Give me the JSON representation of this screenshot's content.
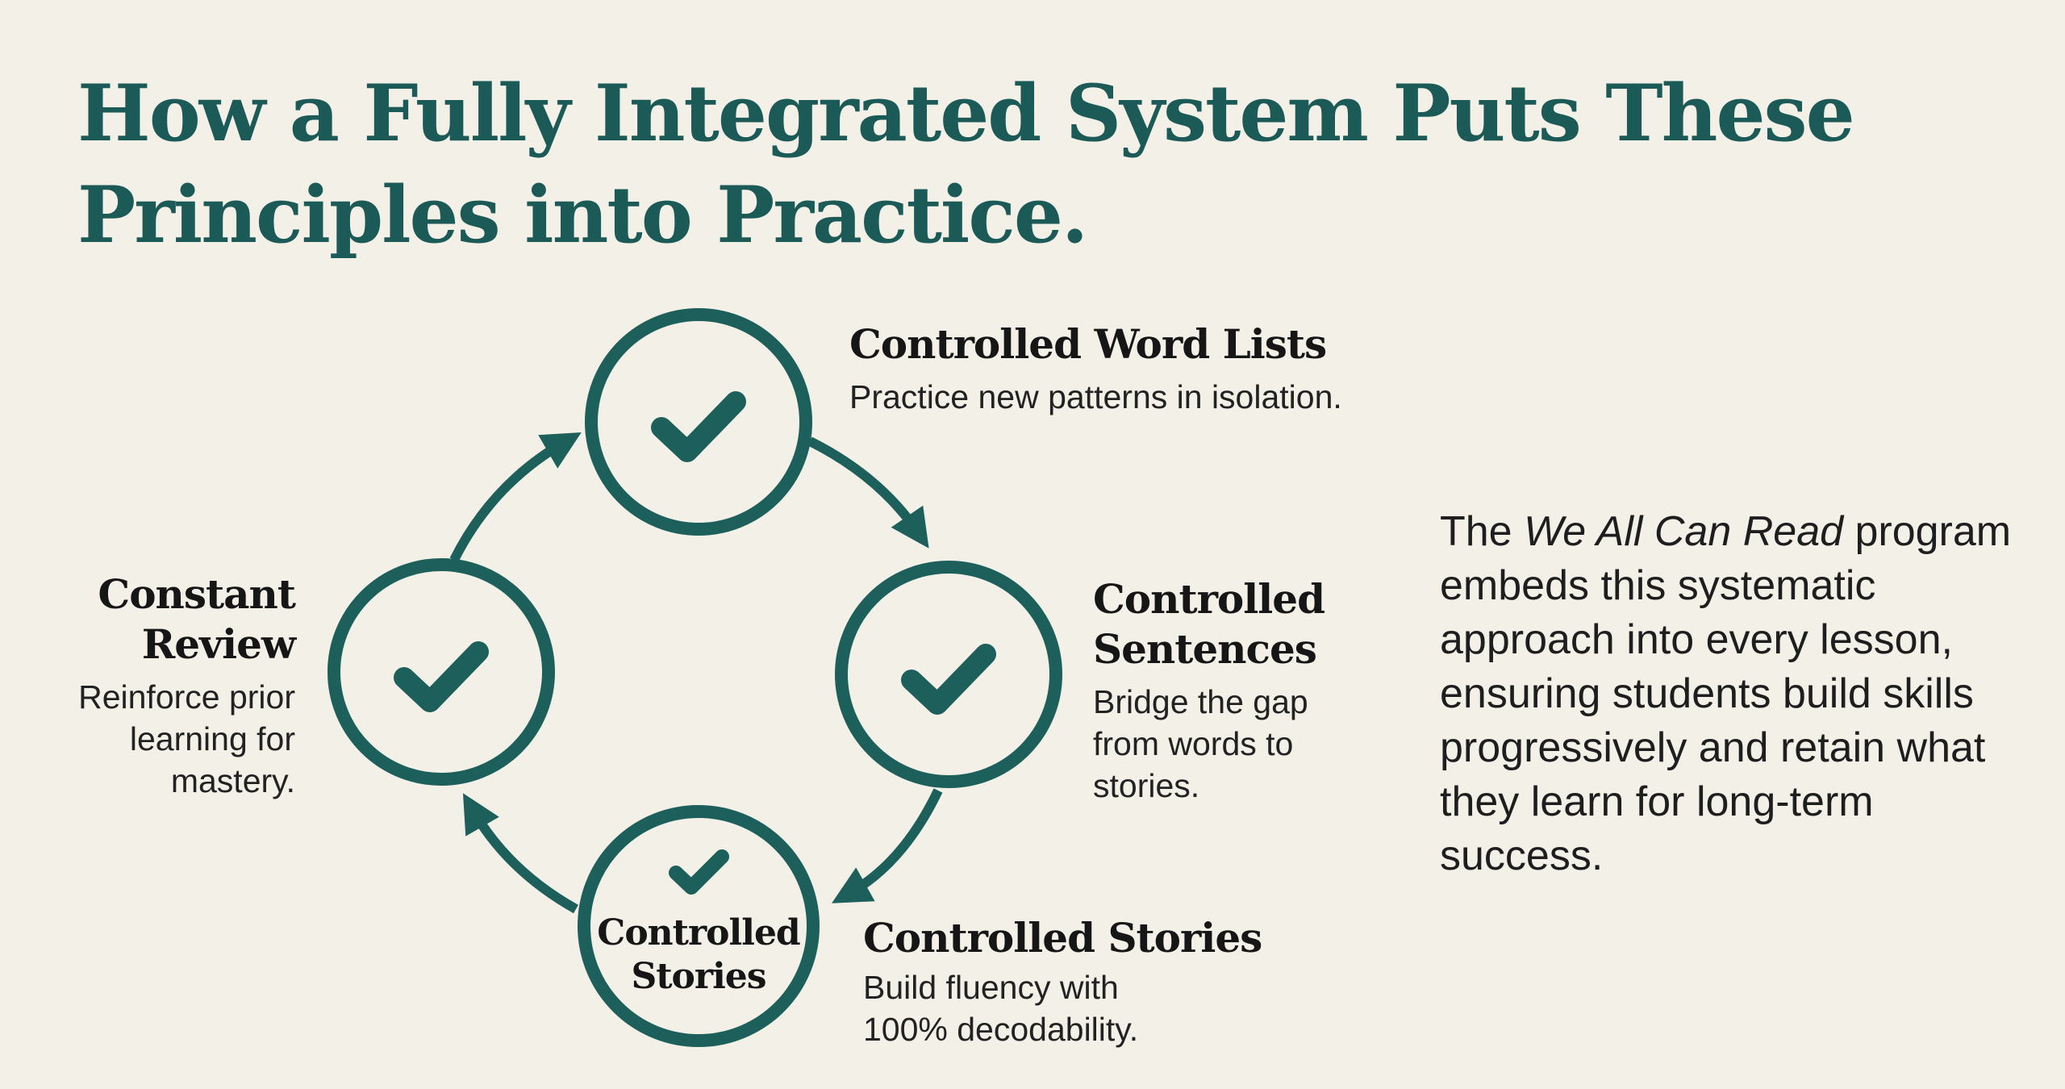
{
  "title": {
    "line1": "How a Fully Integrated System Puts These",
    "line2": "Principles into Practice."
  },
  "colors": {
    "accent": "#1d5f5b",
    "background": "#f3f0e8",
    "text": "#1e1e1e"
  },
  "steps": [
    {
      "title": "Controlled Word Lists",
      "desc": [
        "Practice new patterns in isolation."
      ],
      "icon": "check-icon"
    },
    {
      "title_lines": [
        "Controlled",
        "Sentences"
      ],
      "desc": [
        "Bridge the gap",
        "from words to",
        "stories."
      ],
      "icon": "check-icon"
    },
    {
      "title": "Controlled Stories",
      "desc": [
        "Build fluency with",
        "100% decodability."
      ],
      "icon": "check-icon",
      "circle_label": [
        "Controlled",
        "Stories"
      ]
    },
    {
      "title_lines": [
        "Constant",
        "Review"
      ],
      "desc": [
        "Reinforce prior",
        "learning for",
        "mastery."
      ],
      "icon": "check-icon"
    }
  ],
  "paragraph": {
    "pre": "The ",
    "program": "We All Can Read",
    "post": " program embeds this systematic approach into every lesson, ensuring students build skills progressively and retain what they learn for long-term success."
  }
}
